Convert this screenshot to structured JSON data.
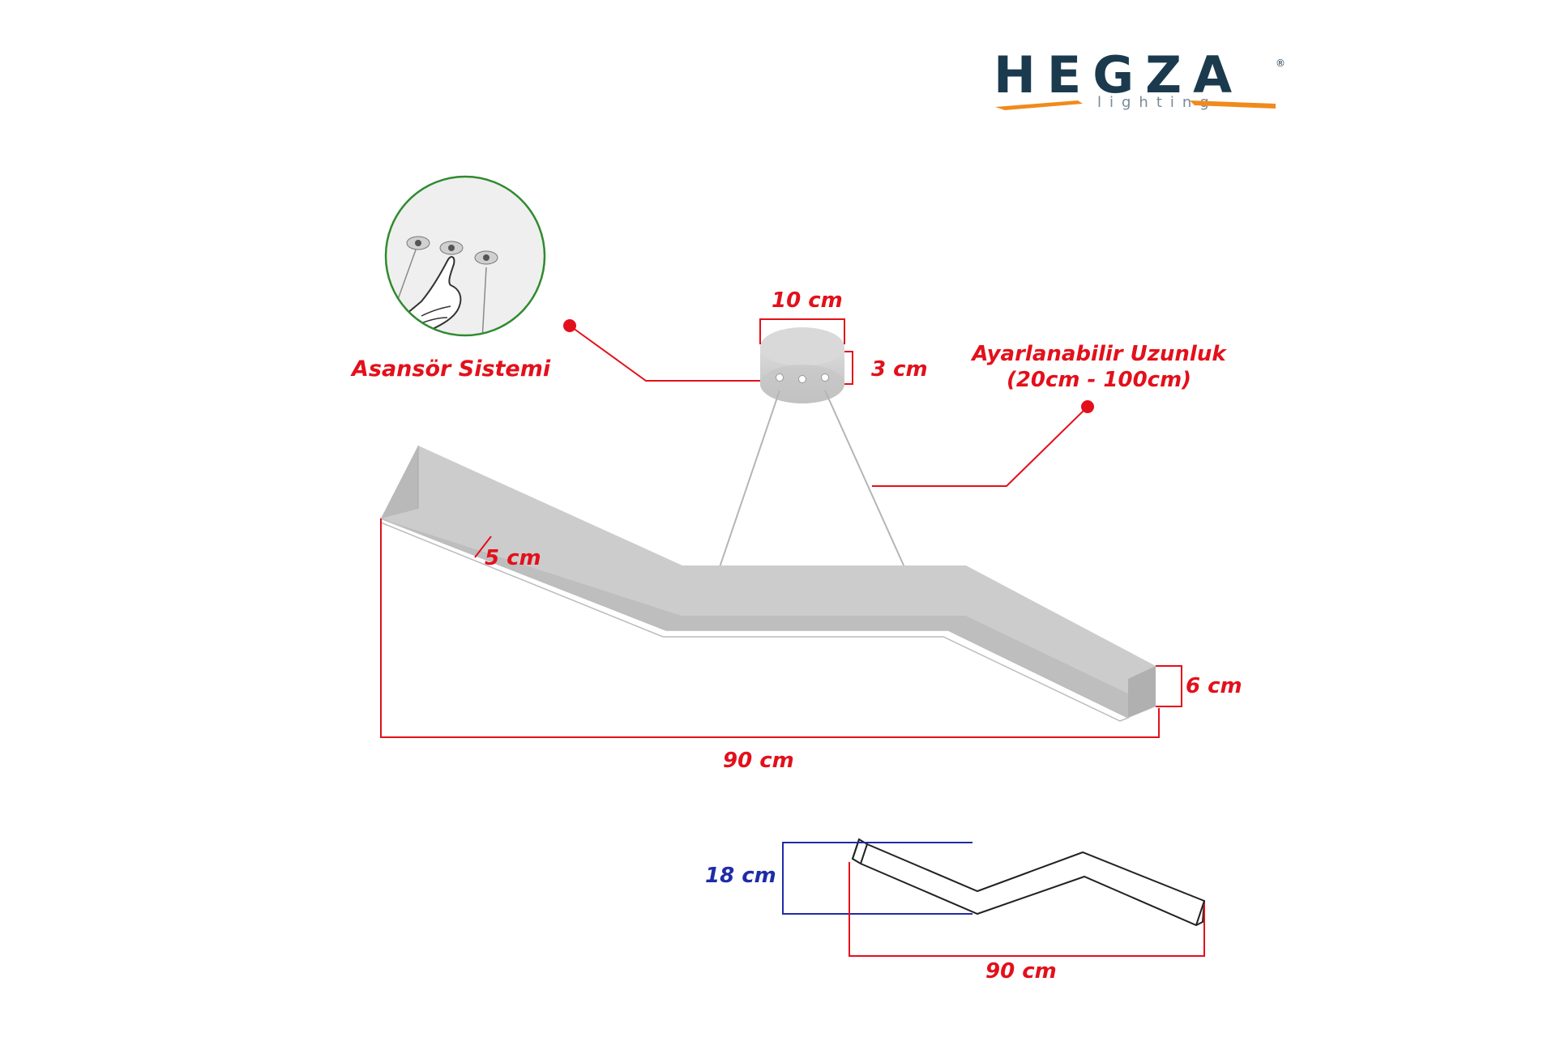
{
  "brand": {
    "name": "HEGZA",
    "sub": "lighting",
    "registered": "®",
    "colors": {
      "dark": "#1b3a4e",
      "accent": "#f08a1c"
    }
  },
  "inset": {
    "label": "Asansör Sistemi",
    "border_color": "#2e8b2e",
    "icon": "finger-pressing-ceiling-clips-icon"
  },
  "dimensions": {
    "canopy_width": "10 cm",
    "canopy_height": "3 cm",
    "adjustable_title": "Ayarlanabilir Uzunluk",
    "adjustable_range": "(20cm - 100cm)",
    "profile_depth": "5 cm",
    "end_height": "6 cm",
    "total_length": "90 cm",
    "top_view_depth": "18 cm",
    "top_view_length": "90 cm"
  },
  "colors": {
    "label_red": "#e3101b",
    "label_blue": "#1f2ca8",
    "fixture_gray": "#c8c8c8"
  }
}
